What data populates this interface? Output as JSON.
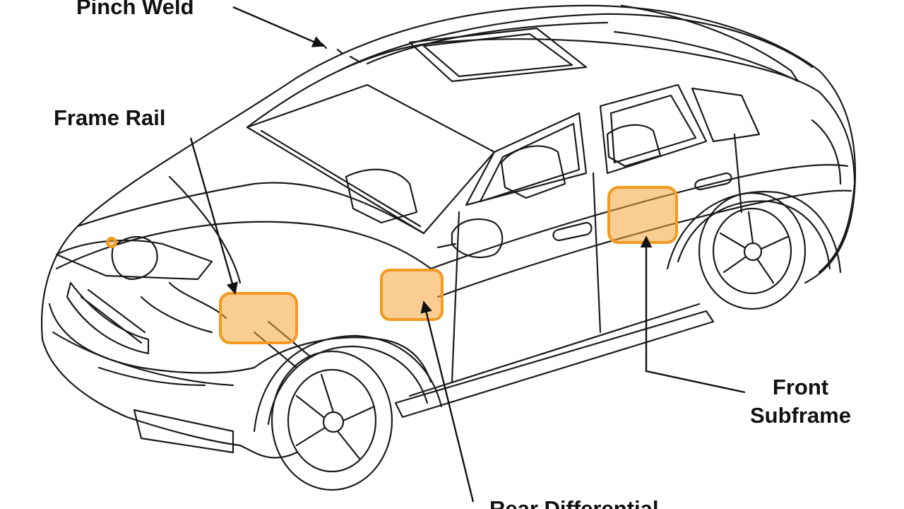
{
  "diagram": {
    "subject": "car body wireframe with highlighted lift points",
    "accent_color": "#f5a43a",
    "line_color": "#1a1a1a",
    "callouts": {
      "pinch_weld": "Pinch Weld",
      "frame_rail": "Frame Rail",
      "front_subframe_line1": "Front",
      "front_subframe_line2": "Subframe",
      "rear_differential": "Rear Differential"
    }
  }
}
